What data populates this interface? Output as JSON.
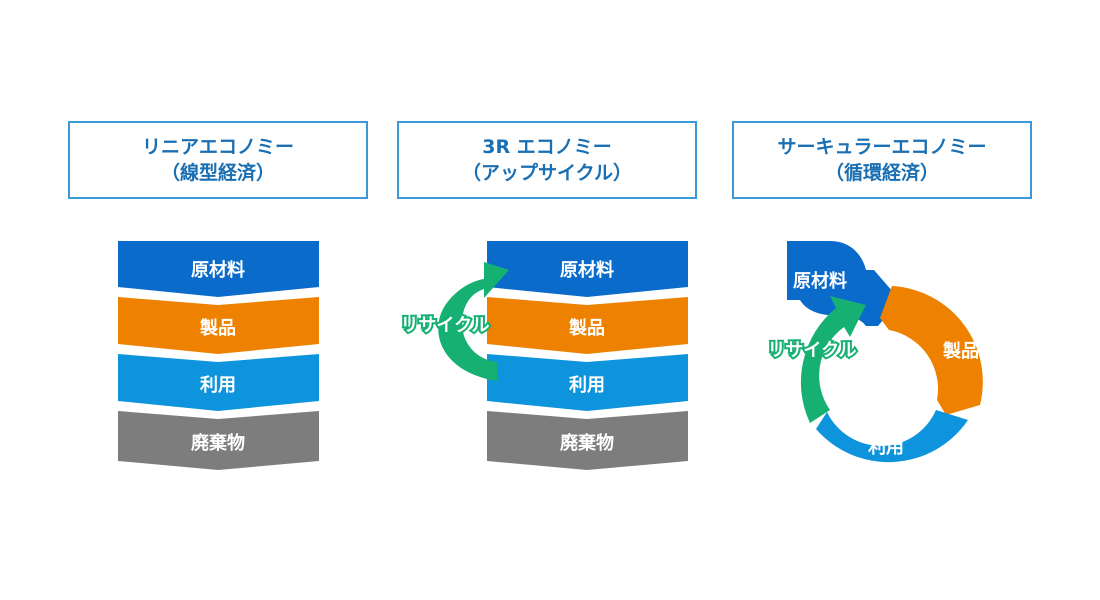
{
  "panels": [
    {
      "title_line1": "リニアエコノミー",
      "title_line2": "（線型経済）"
    },
    {
      "title_line1": "3R エコノミー",
      "title_line2": "（アップサイクル）"
    },
    {
      "title_line1": "サーキュラーエコノミー",
      "title_line2": "（循環経済）"
    }
  ],
  "stages": {
    "raw_material": "原材料",
    "product": "製品",
    "use": "利用",
    "waste": "廃棄物",
    "recycle": "リサイクル"
  },
  "colors": {
    "raw_material": "#0b6bcb",
    "product": "#ee8200",
    "use": "#0d94dc",
    "waste": "#7d7d7d",
    "recycle": "#15b072",
    "title_border": "#3a9ad9",
    "title_text": "#1a6fb3"
  }
}
